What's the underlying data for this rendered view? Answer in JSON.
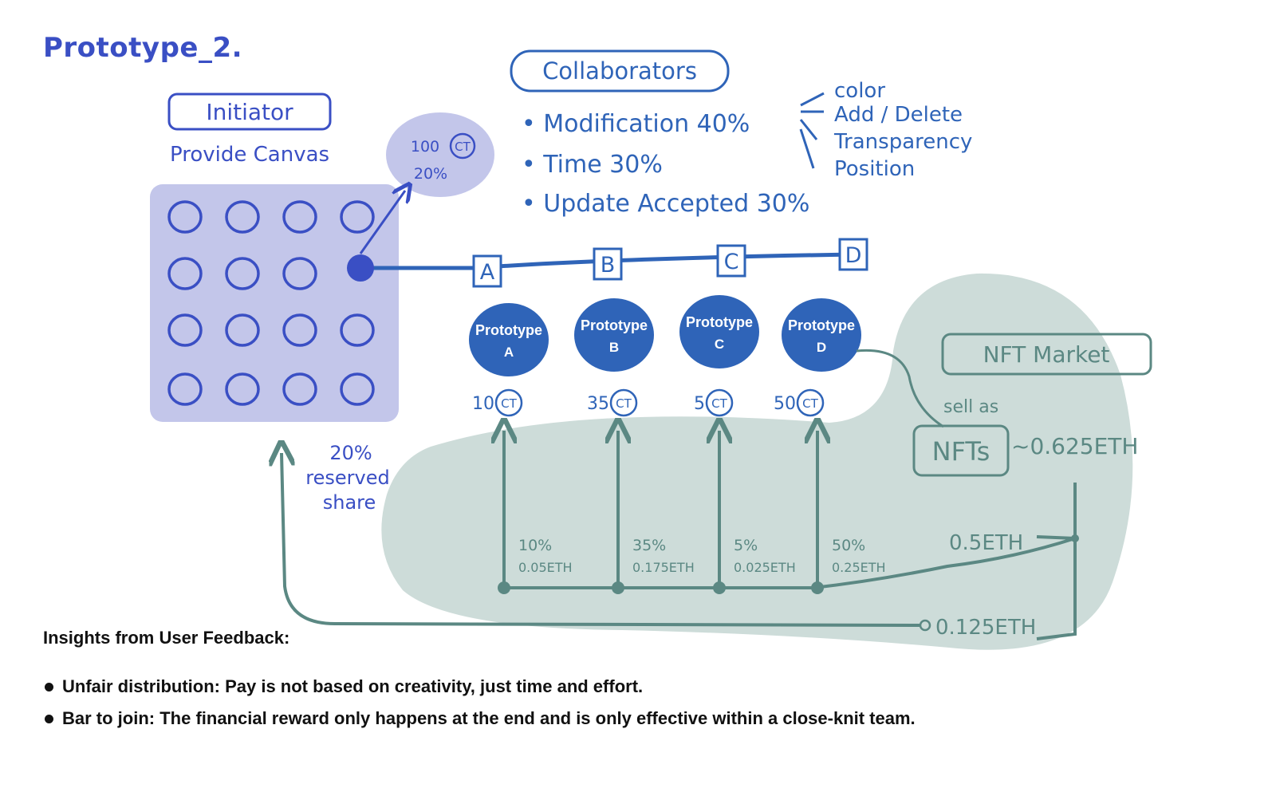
{
  "title": "Prototype_2.",
  "initiator": {
    "label": "Initiator",
    "subtitle": "Provide Canvas",
    "reserved": [
      "20%",
      "reserved",
      "share"
    ]
  },
  "canvas_bubble": {
    "line1": "100",
    "token": "CT",
    "line2": "20%"
  },
  "collaborators": {
    "label": "Collaborators",
    "items": [
      "• Modification 40%",
      "• Time 30%",
      "• Update Accepted 30%"
    ],
    "modification_types": [
      "color",
      "Add / Delete",
      "Transparency",
      "Position"
    ]
  },
  "timeline_nodes": [
    "A",
    "B",
    "C",
    "D"
  ],
  "prototypes": [
    {
      "line1": "Prototype",
      "line2": "A",
      "amount": "10",
      "token": "CT",
      "share": "10%",
      "eth": "0.05ETH"
    },
    {
      "line1": "Prototype",
      "line2": "B",
      "amount": "35",
      "token": "CT",
      "share": "35%",
      "eth": "0.175ETH"
    },
    {
      "line1": "Prototype",
      "line2": "C",
      "amount": "5",
      "token": "CT",
      "share": "5%",
      "eth": "0.025ETH"
    },
    {
      "line1": "Prototype",
      "line2": "D",
      "amount": "50",
      "token": "CT",
      "share": "50%",
      "eth": "0.25ETH"
    }
  ],
  "market": {
    "label": "NFT Market",
    "sell_as": "sell as",
    "nfts": "NFTs",
    "price": "~0.625ETH",
    "collab_payout": "0.5ETH",
    "initiator_payout": "0.125ETH"
  },
  "insights": {
    "heading": "Insights from User Feedback:",
    "items": [
      "Unfair distribution: Pay is not based on creativity, just time and effort.",
      "Bar to join: The financial reward only happens at the end and is only effective within a close-knit team."
    ]
  },
  "colors": {
    "blue": "#3a4fc4",
    "dark_blue": "#2f64b8",
    "lavender": "#c3c6ea",
    "teal": "#5b8883",
    "teal_fill": "#cddcd9"
  }
}
